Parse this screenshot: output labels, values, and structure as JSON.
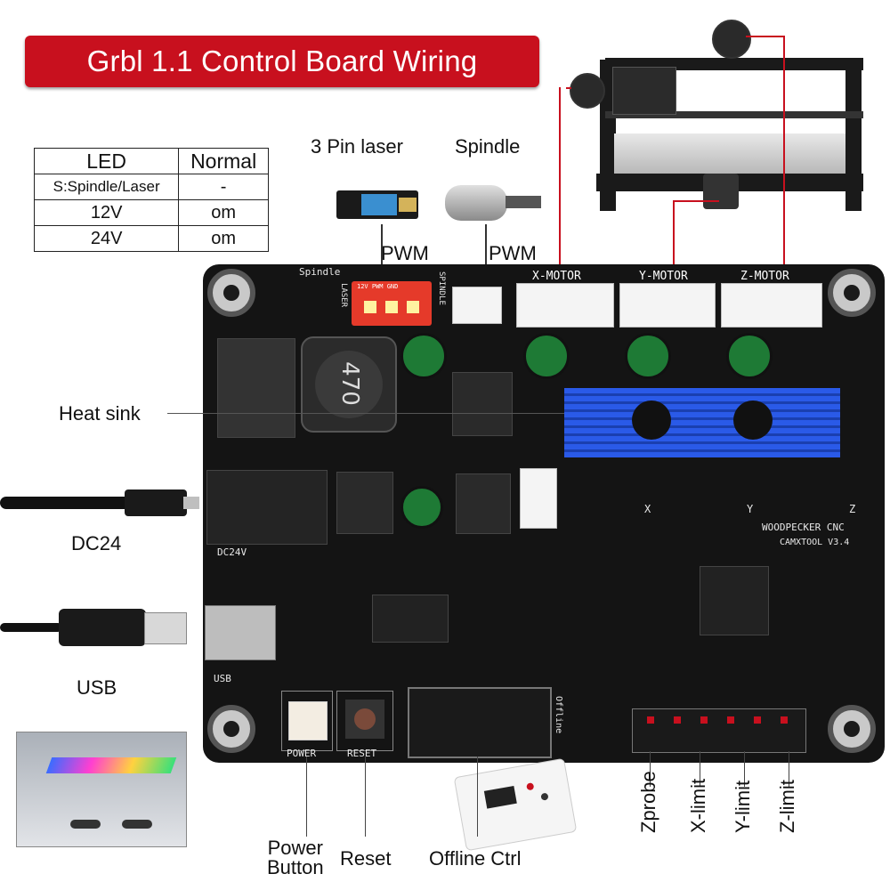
{
  "title": "Grbl 1.1 Control Board Wiring Instructions",
  "led_table": {
    "headers": [
      "LED",
      "Normal"
    ],
    "rows": [
      [
        "S:Spindle/Laser",
        "-"
      ],
      [
        "12V",
        "om"
      ],
      [
        "24V",
        "om"
      ]
    ]
  },
  "labels": {
    "laser": "3 Pin laser",
    "spindle": "Spindle",
    "pwm_laser": "PWM",
    "pwm_spindle": "PWM",
    "heat_sink": "Heat sink",
    "dc24": "DC24",
    "usb": "USB",
    "power_button": "Power\nButton",
    "reset": "Reset",
    "offline_ctrl": "Offline Ctrl",
    "zprobe": "Zprobe",
    "x_limit": "X-limit",
    "y_limit": "Y-limit",
    "z_limit": "Z-limit"
  },
  "board_text": {
    "x_motor": "X-MOTOR",
    "y_motor": "Y-MOTOR",
    "z_motor": "Z-MOTOR",
    "laser_conn": "LASER",
    "laser_pins": "12V PWM GND",
    "spindle_conn": "SPINDLE",
    "inductor": "470",
    "brand_line1": "WOODPECKER CNC",
    "brand_line2": "CAMXTOOL V3.4",
    "dc24v": "DC24V",
    "usb_silk": "USB",
    "power_silk": "POWER",
    "reset_silk": "RESET",
    "offline_silk": "Offline",
    "spindle_silk": "Spindle",
    "x": "X",
    "y": "Y",
    "z": "Z"
  },
  "colors": {
    "banner": "#c8101e",
    "board": "#141414",
    "heatsink": "#1f4fd6",
    "wire": "#c8101e"
  }
}
